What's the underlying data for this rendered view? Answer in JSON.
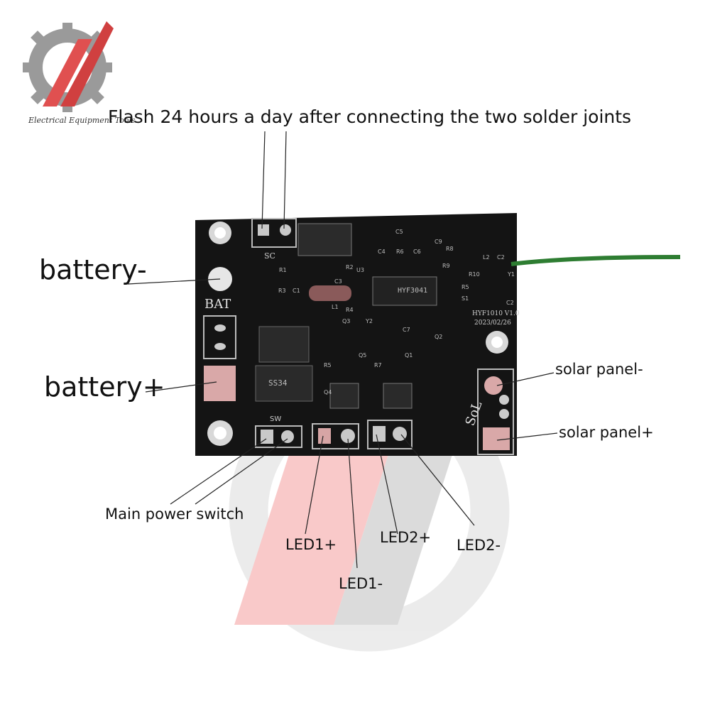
{
  "logo": {
    "caption": "Electrical Equipment Tools"
  },
  "header": {
    "note": "Flash 24 hours a day after connecting the two solder joints"
  },
  "labels": {
    "battery_minus": "battery-",
    "battery_plus": "battery+",
    "solar_minus": "solar panel-",
    "solar_plus": "solar panel+",
    "main_switch": "Main power switch",
    "led1_plus": "LED1+",
    "led1_minus": "LED1-",
    "led2_plus": "LED2+",
    "led2_minus": "LED2-"
  },
  "board": {
    "silk_sc": "SC",
    "silk_bat": "BAT",
    "silk_sw": "SW",
    "silk_sol": "SoL",
    "model": "HYF1010  V1.0",
    "date": "2023/02/26",
    "chip_marking": "HYF3041",
    "mosfet_marking": "SS34",
    "refs": [
      "C5",
      "C9",
      "R8",
      "C4",
      "R6",
      "C6",
      "L2",
      "C2",
      "R2",
      "R1",
      "R3",
      "C1",
      "C3",
      "U3",
      "R10",
      "Y1",
      "L1",
      "R9",
      "R5",
      "S1",
      "C2",
      "R4",
      "Q3",
      "Y2",
      "C7",
      "Q2",
      "R5",
      "Q5",
      "R7",
      "Q1",
      "Q4"
    ]
  },
  "colors": {
    "pcb": "#141414",
    "pad": "#c9c9c9",
    "wire": "#2e7d32",
    "watermark": "#e04848"
  }
}
